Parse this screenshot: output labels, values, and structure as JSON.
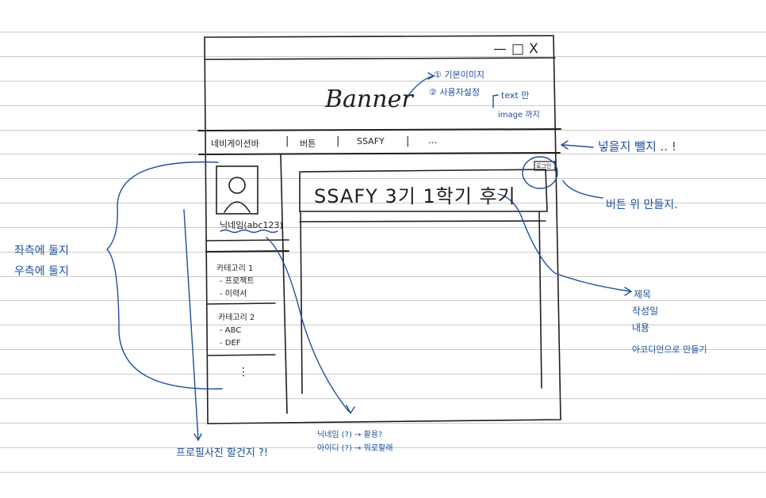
{
  "window": {
    "controls": [
      "—",
      "□",
      "X"
    ]
  },
  "banner": {
    "label": "Banner",
    "notes": [
      "① 기본이미지",
      "② 사용자설정"
    ],
    "options": [
      "text 만",
      "image 까지"
    ]
  },
  "navbar": {
    "items": [
      "네비게이션바",
      "버튼",
      "SSAFY",
      "..."
    ]
  },
  "sidebar": {
    "nickname": "닉네임(abc123)",
    "categories": [
      {
        "title": "카테고리 1",
        "items": [
          "- 프로젝트",
          "- 이력서"
        ]
      },
      {
        "title": "카테고리 2",
        "items": [
          "- ABC",
          "- DEF"
        ]
      }
    ],
    "more": "⋮"
  },
  "content": {
    "post_title": "SSAFY 3기 1학기 후기",
    "corner_button": "로그인"
  },
  "annotations": {
    "navbar_note": "넣을지 뺄지 .. !",
    "button_note": "버튼 위 만들지.",
    "sidebar_note": [
      "좌측에 둘지",
      "우측에 둘지"
    ],
    "post_note": [
      "제목",
      "작성일",
      "내용",
      "아코디언으로 만들기"
    ],
    "profile_note": "프로필사진 할건지 ?!",
    "nickname_note": [
      "닉네임 (?) → 활용?",
      "아이디 (?) → 뭐로할래"
    ]
  },
  "colors": {
    "pencil": "#1f1f1f",
    "pen": "#1d4f9c",
    "rule_lines": "#c9c9c9"
  }
}
